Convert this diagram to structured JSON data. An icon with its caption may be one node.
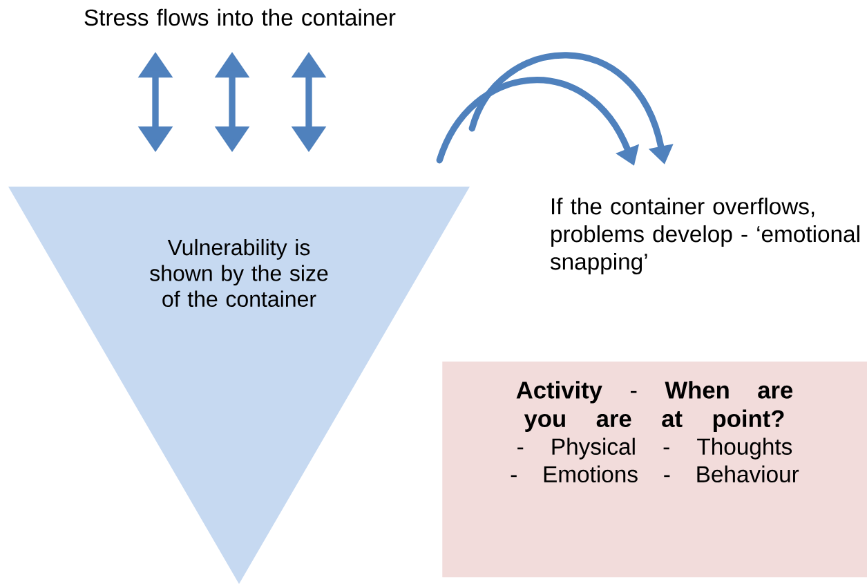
{
  "diagram": {
    "nodes": [
      {
        "text": [
          "Stress flows into the container"
        ]
      },
      {
        "text": [
          "Vulnerability is shown by the size of the container"
        ]
      },
      {
        "text": [
          "If the container overflows, problems develop - ‘emotional snapping’"
        ]
      },
      {
        "text": [
          "**Activity** - **When are you are at point?**",
          "- Physical - Thoughts",
          "- Emotions - Behaviour"
        ]
      }
    ],
    "edges": [
      {
        "from": 0,
        "to": 1,
        "arrow": "both"
      },
      {
        "from": 0,
        "to": 1,
        "arrow": "both"
      },
      {
        "from": 0,
        "to": 1,
        "arrow": "both"
      },
      {
        "from": 1,
        "to": 2,
        "arrow": "to"
      },
      {
        "from": 1,
        "to": 2,
        "arrow": "to"
      }
    ]
  }
}
